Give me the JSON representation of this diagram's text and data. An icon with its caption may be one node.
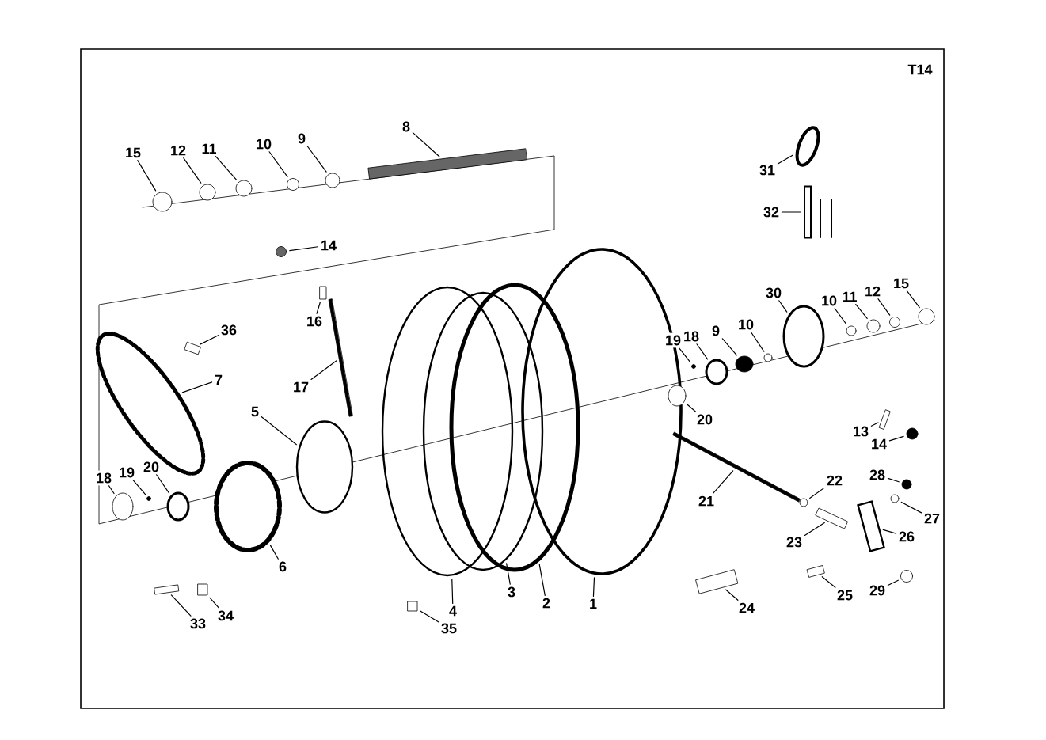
{
  "diagram": {
    "nodes": [
      {
        "text": [
          "15"
        ]
      },
      {
        "text": [
          "12"
        ]
      },
      {
        "text": [
          "11"
        ]
      },
      {
        "text": [
          "10"
        ]
      },
      {
        "text": [
          "9"
        ]
      },
      {
        "text": [
          "8"
        ]
      },
      {
        "text": [
          "14"
        ]
      },
      {
        "text": [
          "31"
        ]
      },
      {
        "text": [
          "32"
        ]
      },
      {
        "text": [
          "16"
        ]
      },
      {
        "text": [
          "36"
        ]
      },
      {
        "text": [
          "17"
        ]
      },
      {
        "text": [
          "7"
        ]
      },
      {
        "text": [
          "5"
        ]
      },
      {
        "text": [
          "18"
        ]
      },
      {
        "text": [
          "19"
        ]
      },
      {
        "text": [
          "20"
        ]
      },
      {
        "text": [
          "6"
        ]
      },
      {
        "text": [
          "33"
        ]
      },
      {
        "text": [
          "34"
        ]
      },
      {
        "text": [
          "4"
        ]
      },
      {
        "text": [
          "3"
        ]
      },
      {
        "text": [
          "2"
        ]
      },
      {
        "text": [
          "1"
        ]
      },
      {
        "text": [
          "35"
        ]
      },
      {
        "text": [
          "19"
        ]
      },
      {
        "text": [
          "18"
        ]
      },
      {
        "text": [
          "9"
        ]
      },
      {
        "text": [
          "10"
        ]
      },
      {
        "text": [
          "30"
        ]
      },
      {
        "text": [
          "10"
        ]
      },
      {
        "text": [
          "11"
        ]
      },
      {
        "text": [
          "12"
        ]
      },
      {
        "text": [
          "15"
        ]
      },
      {
        "text": [
          "20"
        ]
      },
      {
        "text": [
          "13"
        ]
      },
      {
        "text": [
          "14"
        ]
      },
      {
        "text": [
          "21"
        ]
      },
      {
        "text": [
          "22"
        ]
      },
      {
        "text": [
          "23"
        ]
      },
      {
        "text": [
          "24"
        ]
      },
      {
        "text": [
          "25"
        ]
      },
      {
        "text": [
          "26"
        ]
      },
      {
        "text": [
          "27"
        ]
      },
      {
        "text": [
          "28"
        ]
      },
      {
        "text": [
          "29"
        ]
      },
      {
        "text": [],
        "shape": "circle"
      },
      {
        "text": [],
        "shape": "circle"
      },
      {
        "text": [],
        "shape": "circle"
      },
      {
        "text": [],
        "shape": "circle"
      },
      {
        "text": [],
        "shape": "circle"
      },
      {
        "text": [],
        "shape": "bar"
      },
      {
        "text": [],
        "shape": "circle"
      },
      {
        "text": [],
        "shape": "ellipse"
      },
      {
        "text": [],
        "shape": "box"
      },
      {
        "text": [],
        "shape": "box"
      },
      {
        "text": [],
        "shape": "box"
      },
      {
        "text": [],
        "shape": "bar"
      },
      {
        "text": [],
        "shape": "ellipse"
      },
      {
        "text": [],
        "shape": "ellipse"
      },
      {
        "text": [],
        "shape": "ellipse"
      },
      {
        "text": [],
        "shape": "circle"
      },
      {
        "text": [],
        "shape": "ellipse"
      },
      {
        "text": [],
        "shape": "ellipse"
      },
      {
        "text": [],
        "shape": "box"
      },
      {
        "text": [],
        "shape": "box"
      },
      {
        "text": [],
        "shape": "ellipse"
      },
      {
        "text": [],
        "shape": "ellipse"
      },
      {
        "text": [],
        "shape": "ellipse"
      },
      {
        "text": [],
        "shape": "ellipse"
      },
      {
        "text": [],
        "shape": "box"
      },
      {
        "text": [],
        "shape": "circle"
      },
      {
        "text": [],
        "shape": "ellipse"
      },
      {
        "text": [],
        "shape": "ellipse"
      },
      {
        "text": [],
        "shape": "circle"
      },
      {
        "text": [],
        "shape": "ellipse"
      },
      {
        "text": [],
        "shape": "circle"
      },
      {
        "text": [],
        "shape": "circle"
      },
      {
        "text": [],
        "shape": "circle"
      },
      {
        "text": [],
        "shape": "circle"
      },
      {
        "text": [],
        "shape": "ellipse"
      },
      {
        "text": [],
        "shape": "box"
      },
      {
        "text": [],
        "shape": "circle"
      },
      {
        "text": [],
        "shape": "bar"
      },
      {
        "text": [],
        "shape": "circle"
      },
      {
        "text": [],
        "shape": "box"
      },
      {
        "text": [],
        "shape": "box"
      },
      {
        "text": [],
        "shape": "box"
      },
      {
        "text": [],
        "shape": "box"
      },
      {
        "text": [],
        "shape": "circle"
      },
      {
        "text": [],
        "shape": "circle"
      },
      {
        "text": [],
        "shape": "circle"
      }
    ],
    "edges": [
      {
        "from": 0,
        "to": 46,
        "arrow": "none"
      },
      {
        "from": 1,
        "to": 47,
        "arrow": "none"
      },
      {
        "from": 2,
        "to": 48,
        "arrow": "none"
      },
      {
        "from": 3,
        "to": 49,
        "arrow": "none"
      },
      {
        "from": 4,
        "to": 50,
        "arrow": "none"
      },
      {
        "from": 5,
        "to": 51,
        "arrow": "none"
      },
      {
        "from": 6,
        "to": 52,
        "arrow": "none"
      },
      {
        "from": 7,
        "to": 53,
        "arrow": "none"
      },
      {
        "from": 8,
        "to": 54,
        "arrow": "none"
      },
      {
        "from": 9,
        "to": 55,
        "arrow": "none"
      },
      {
        "from": 10,
        "to": 56,
        "arrow": "none"
      },
      {
        "from": 11,
        "to": 57,
        "arrow": "none"
      },
      {
        "from": 12,
        "to": 58,
        "arrow": "none"
      },
      {
        "from": 13,
        "to": 59,
        "arrow": "none"
      },
      {
        "from": 14,
        "to": 60,
        "arrow": "none"
      },
      {
        "from": 15,
        "to": 61,
        "arrow": "none"
      },
      {
        "from": 16,
        "to": 62,
        "arrow": "none"
      },
      {
        "from": 17,
        "to": 63,
        "arrow": "none"
      },
      {
        "from": 18,
        "to": 64,
        "arrow": "none"
      },
      {
        "from": 19,
        "to": 65,
        "arrow": "none"
      },
      {
        "from": 20,
        "to": 66,
        "arrow": "none"
      },
      {
        "from": 21,
        "to": 67,
        "arrow": "none"
      },
      {
        "from": 22,
        "to": 68,
        "arrow": "none"
      },
      {
        "from": 23,
        "to": 69,
        "arrow": "none"
      },
      {
        "from": 24,
        "to": 70,
        "arrow": "none"
      },
      {
        "from": 25,
        "to": 71,
        "arrow": "none"
      },
      {
        "from": 26,
        "to": 72,
        "arrow": "none"
      },
      {
        "from": 27,
        "to": 73,
        "arrow": "none"
      },
      {
        "from": 28,
        "to": 74,
        "arrow": "none"
      },
      {
        "from": 29,
        "to": 75,
        "arrow": "none"
      },
      {
        "from": 30,
        "to": 76,
        "arrow": "none"
      },
      {
        "from": 31,
        "to": 77,
        "arrow": "none"
      },
      {
        "from": 32,
        "to": 78,
        "arrow": "none"
      },
      {
        "from": 33,
        "to": 79,
        "arrow": "none"
      },
      {
        "from": 34,
        "to": 80,
        "arrow": "none"
      },
      {
        "from": 35,
        "to": 81,
        "arrow": "none"
      },
      {
        "from": 36,
        "to": 82,
        "arrow": "none"
      },
      {
        "from": 37,
        "to": 83,
        "arrow": "none"
      },
      {
        "from": 38,
        "to": 84,
        "arrow": "none"
      },
      {
        "from": 39,
        "to": 85,
        "arrow": "none"
      },
      {
        "from": 40,
        "to": 86,
        "arrow": "none"
      },
      {
        "from": 41,
        "to": 87,
        "arrow": "none"
      },
      {
        "from": 42,
        "to": 88,
        "arrow": "none"
      },
      {
        "from": 43,
        "to": 89,
        "arrow": "none"
      },
      {
        "from": 44,
        "to": 90,
        "arrow": "none"
      },
      {
        "from": 45,
        "to": 91,
        "arrow": "none"
      }
    ],
    "labels": [
      "T14"
    ]
  }
}
